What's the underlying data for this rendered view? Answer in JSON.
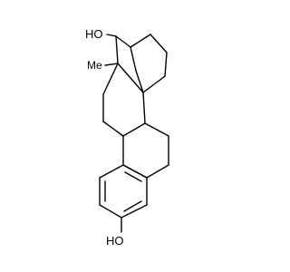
{
  "molecule": {
    "labels": {
      "hydroxyl_top": "HO",
      "methyl": "Me",
      "hydroxyl_bottom": "HO"
    },
    "colors": {
      "bond": "#000000",
      "background": "#ffffff",
      "text": "#000000"
    }
  }
}
